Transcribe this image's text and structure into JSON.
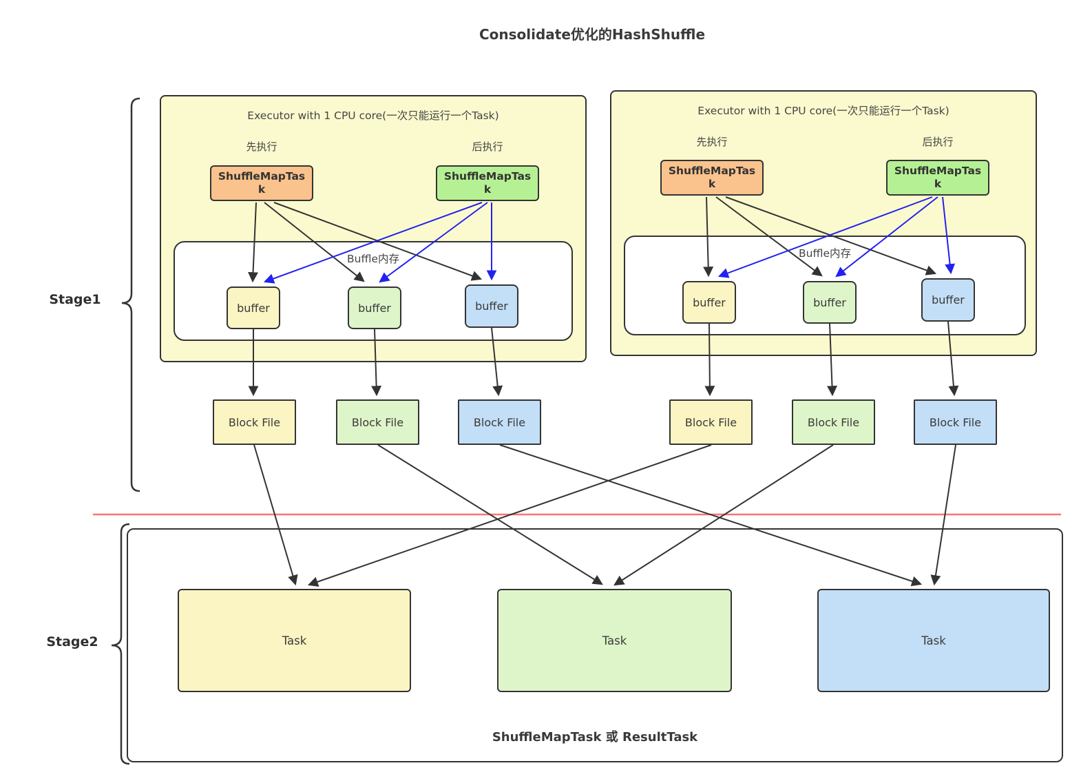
{
  "title": "Consolidate优化的HashShuffle",
  "stage1": {
    "label": "Stage1"
  },
  "stage2": {
    "label": "Stage2",
    "footer": "ShuffleMapTask 或 ResultTask",
    "tasks": [
      "Task",
      "Task",
      "Task"
    ]
  },
  "executors": [
    {
      "title": "Executor with 1 CPU core(一次只能运行一个Task)",
      "first_run_label": "先执行",
      "later_run_label": "后执行",
      "first_task": "ShuffleMapTask",
      "later_task": "ShuffleMapTask",
      "buffer_area_label": "Buffle内存",
      "buffers": [
        "buffer",
        "buffer",
        "buffer"
      ]
    },
    {
      "title": "Executor with 1 CPU core(一次只能运行一个Task)",
      "first_run_label": "先执行",
      "later_run_label": "后执行",
      "first_task": "ShuffleMapTask",
      "later_task": "ShuffleMapTask",
      "buffer_area_label": "Buffle内存",
      "buffers": [
        "buffer",
        "buffer",
        "buffer"
      ]
    }
  ],
  "block_files": [
    "Block File",
    "Block File",
    "Block File",
    "Block File",
    "Block File",
    "Block File"
  ],
  "colors": {
    "executor_background": "#fbface",
    "first_task_orange": "#fac28c",
    "later_task_green": "#b5f194",
    "yellow_node": "#fbf5c3",
    "green_node": "#def5c9",
    "blue_node": "#c3dff7",
    "outline": "#333333",
    "first_task_arrow": "#333333",
    "later_task_arrow": "#2222ee",
    "stage_divider_red": "#f87672"
  }
}
